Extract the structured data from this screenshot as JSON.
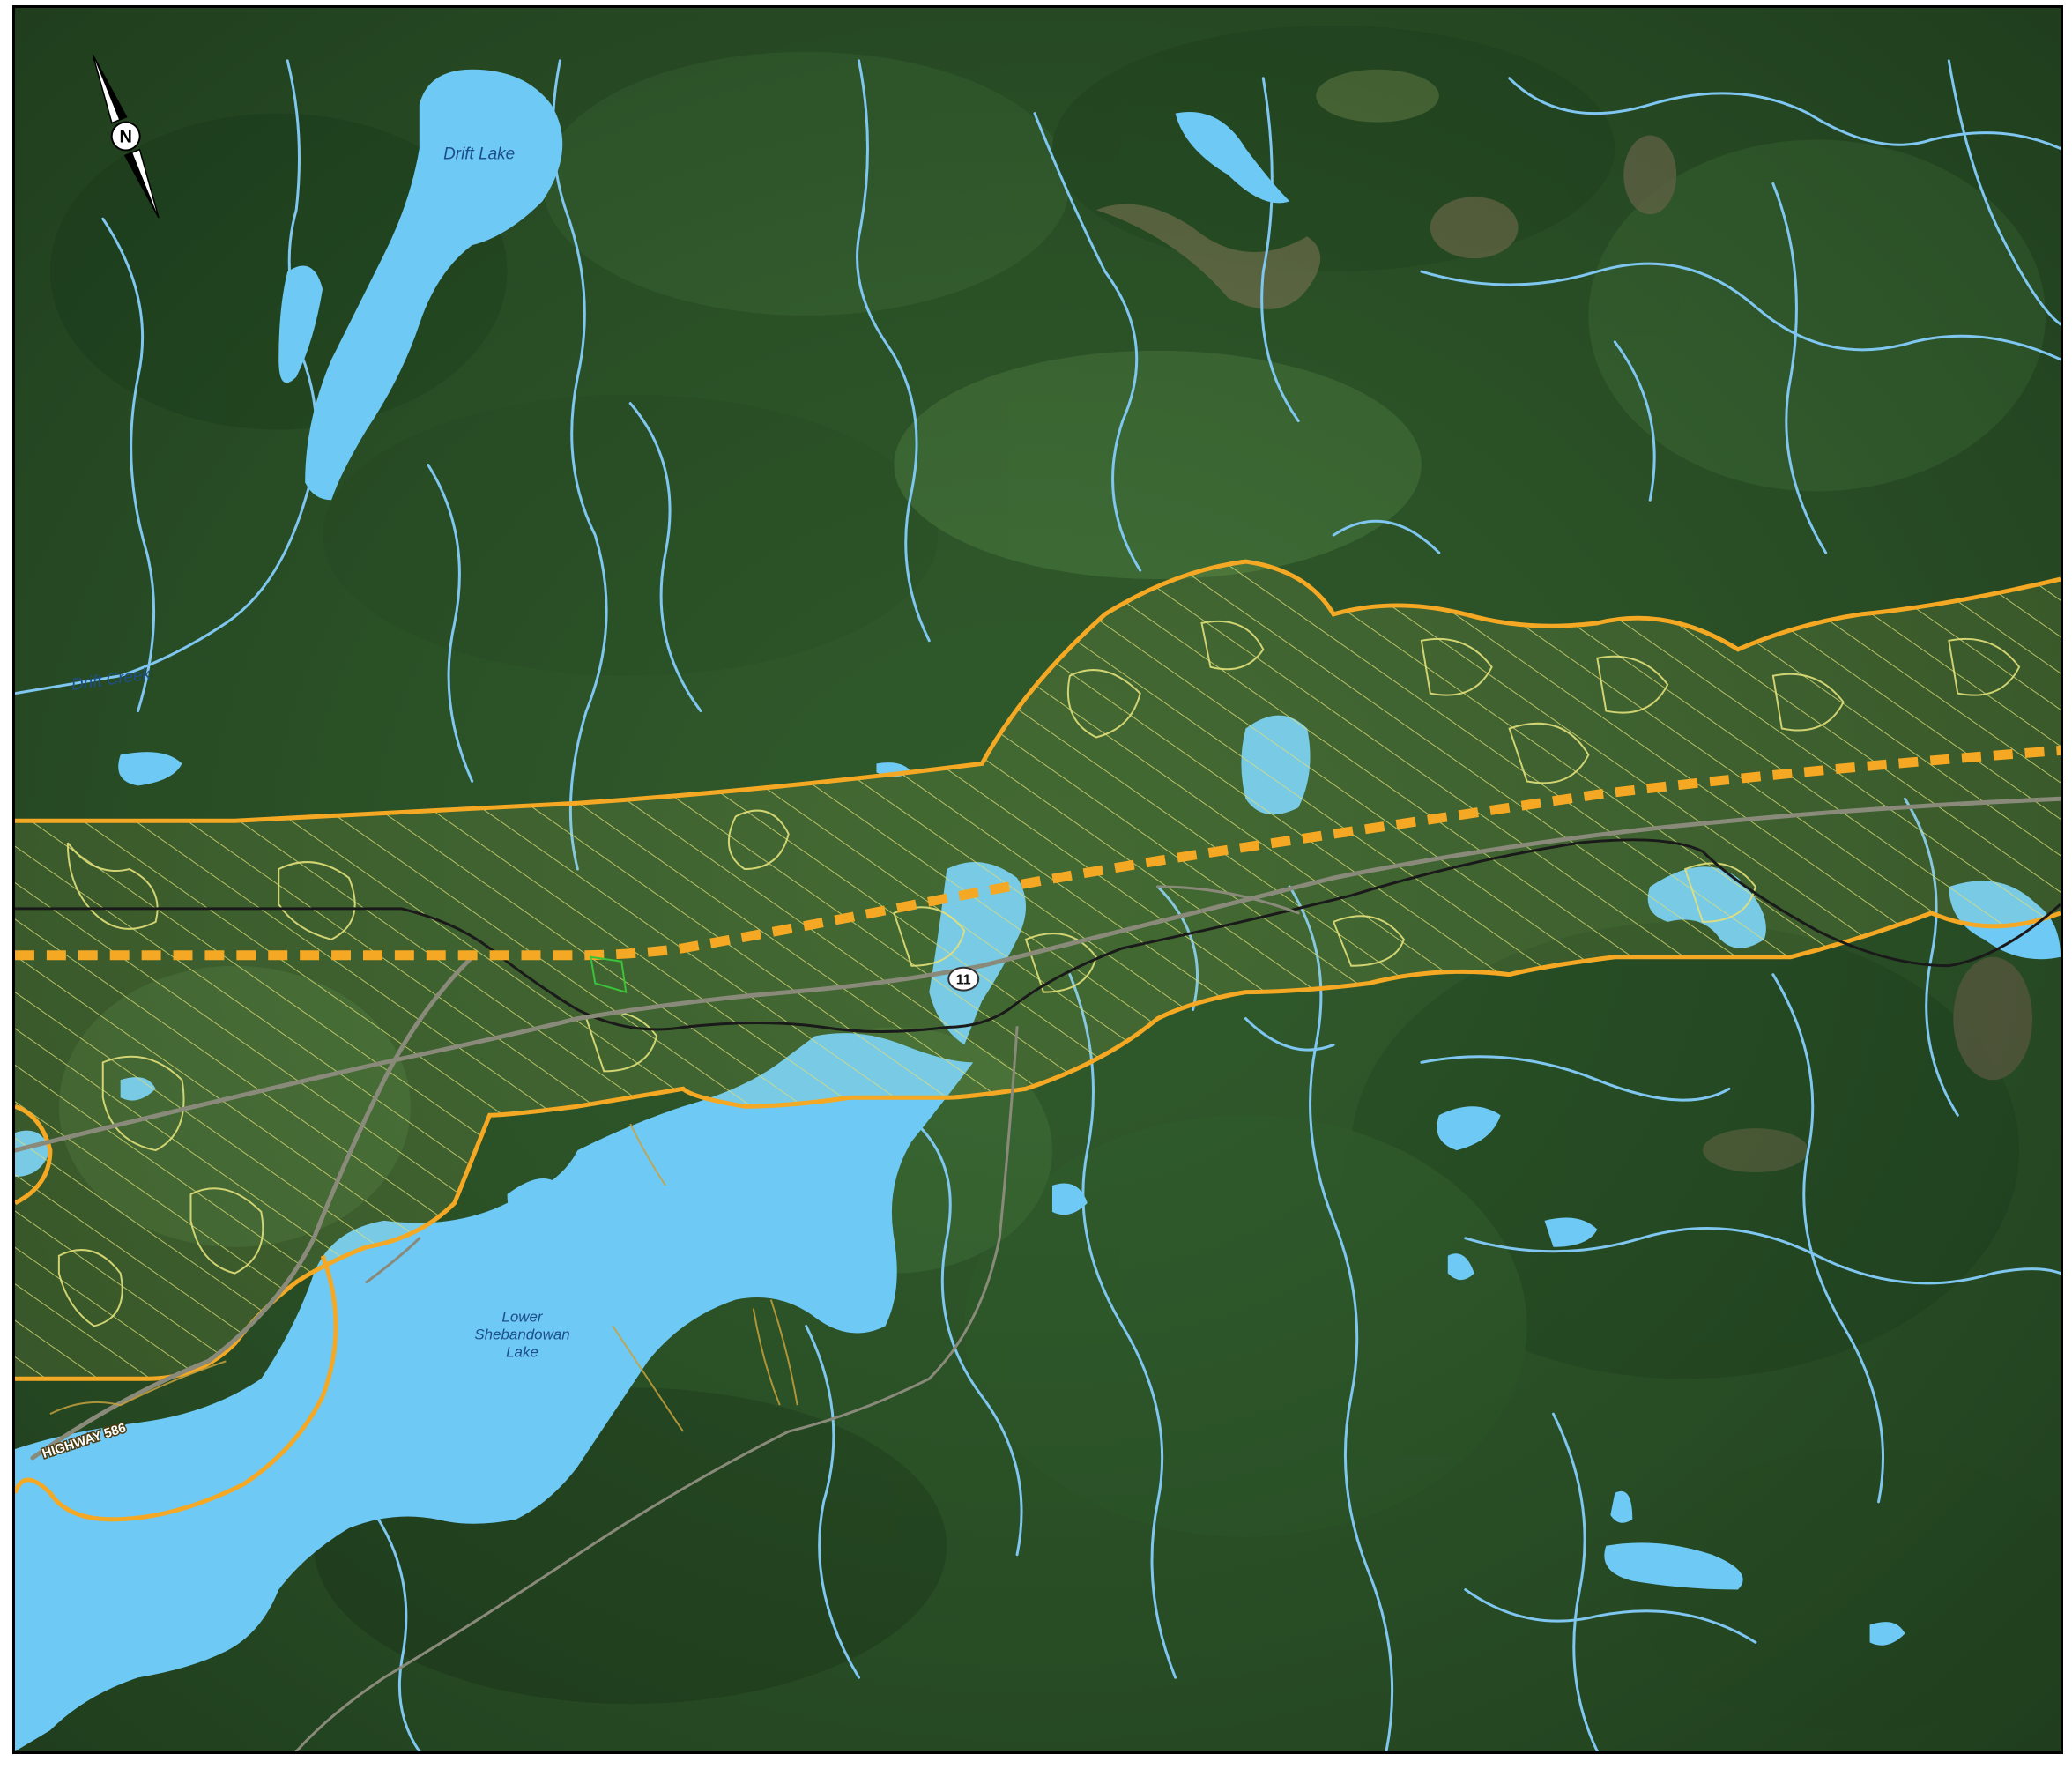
{
  "labels": {
    "drift_lake": "Drift Lake",
    "drift_creek": "Drift Creek",
    "lower_lake_line1": "Lower",
    "lower_lake_line2": "Shebandowan",
    "lower_lake_line3": "Lake",
    "highway_11_shield": "11",
    "highway_586": "HIGHWAY 586"
  },
  "north_arrow": {
    "letter": "N",
    "icon": "north-arrow-icon"
  },
  "colors": {
    "forest_dark": "#1f3d1e",
    "forest": "#2f5a2b",
    "forest_light": "#4f7a3a",
    "clearing": "#8f8a5a",
    "water": "#6ec9f5",
    "stream": "#7fc6f0",
    "corridor_boundary": "#f5a823",
    "corridor_hatch": "#e2e07a",
    "highway": "#8a8a7a",
    "rail": "#1a1a1a"
  }
}
